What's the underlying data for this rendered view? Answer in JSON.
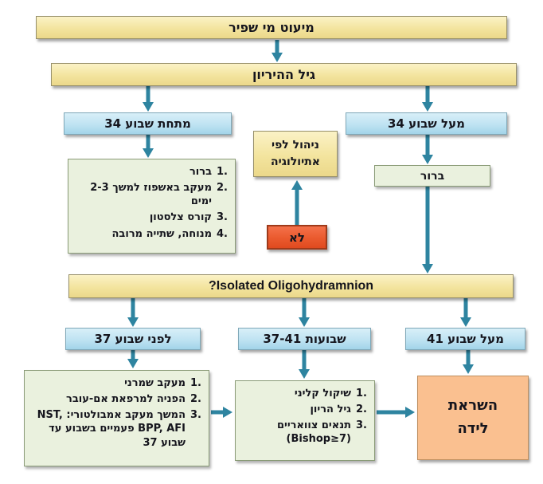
{
  "flowchart": {
    "top": {
      "label": "מיעוט מי שפיר"
    },
    "gestational_age": {
      "label": "גיל ההיריון"
    },
    "under_34": {
      "label": "מתחת שבוע 34"
    },
    "over_34": {
      "label": "מעל שבוע 34"
    },
    "etiology_management": {
      "label": "ניהול לפי\nאתיולוגיה"
    },
    "workup": {
      "label": "ברור"
    },
    "no_answer": {
      "label": "לא"
    },
    "isolated_question": {
      "label": "Isolated Oligohydramnion?"
    },
    "before_37": {
      "label": "לפני שבוע 37"
    },
    "weeks_37_41": {
      "label": "שבועות 37-41"
    },
    "over_41": {
      "label": "מעל שבוע 41"
    },
    "induction": {
      "label": "השראת\nלידה"
    },
    "under_34_plan": {
      "items": [
        "ברור",
        "מעקב באשפוז למשך 2-3 ימים",
        "קורס צלסטון",
        "מנוחה, שתייה מרובה"
      ]
    },
    "before_37_plan": {
      "items": [
        "מעקב שמרני",
        "הפניה למרפאת אם-עובר",
        "המשך מעקב אמבולטורי: NST, BPP, AFI פעמיים בשבוע עד שבוע 37"
      ]
    },
    "weeks_37_41_plan": {
      "items": [
        "שיקול קליני",
        "גיל הריון",
        "תנאים צוואריים (Bishop≥7)"
      ]
    },
    "colors": {
      "arrow": "#2E84A0",
      "yellow_box": "#F3E49E",
      "blue_box": "#BFE3F2",
      "green_box": "#EAF1DE",
      "red_box": "#EA5A2E",
      "orange_box": "#FAC090"
    }
  }
}
